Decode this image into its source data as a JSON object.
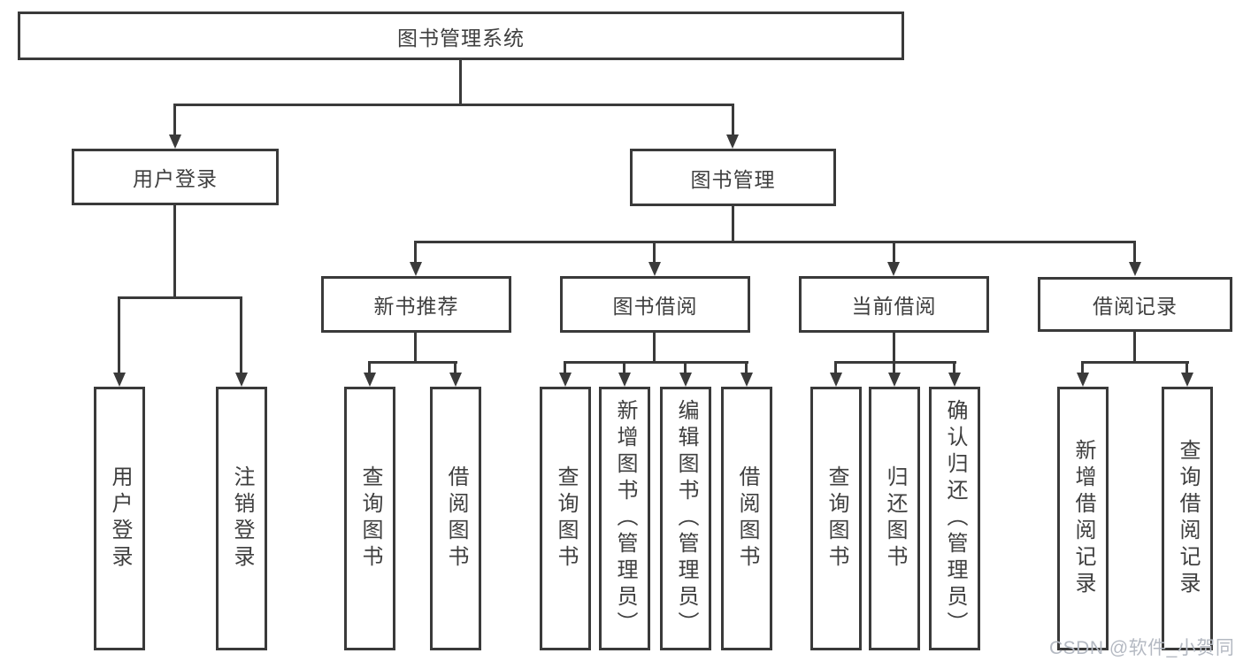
{
  "diagram": {
    "root": "图书管理系统",
    "level2": [
      "用户登录",
      "图书管理"
    ],
    "level3": [
      "新书推荐",
      "图书借阅",
      "当前借阅",
      "借阅记录"
    ],
    "leaves": {
      "user_login": [
        "用户登录",
        "注销登录"
      ],
      "new_book": [
        "查询图书",
        "借阅图书"
      ],
      "book_borrow": [
        "查询图书",
        "新增图书（管理员）",
        "编辑图书（管理员）",
        "借阅图书"
      ],
      "current_borrow": [
        "查询图书",
        "归还图书",
        "确认归还（管理员）"
      ],
      "borrow_record": [
        "新增借阅记录",
        "查询借阅记录"
      ]
    }
  },
  "watermark": {
    "text": "CSDN @软件_小贺同学"
  },
  "colors": {
    "line": "#3a3a3a",
    "text": "#3f3f3f",
    "watermark": "#b4b9c2",
    "background": "#ffffff"
  }
}
